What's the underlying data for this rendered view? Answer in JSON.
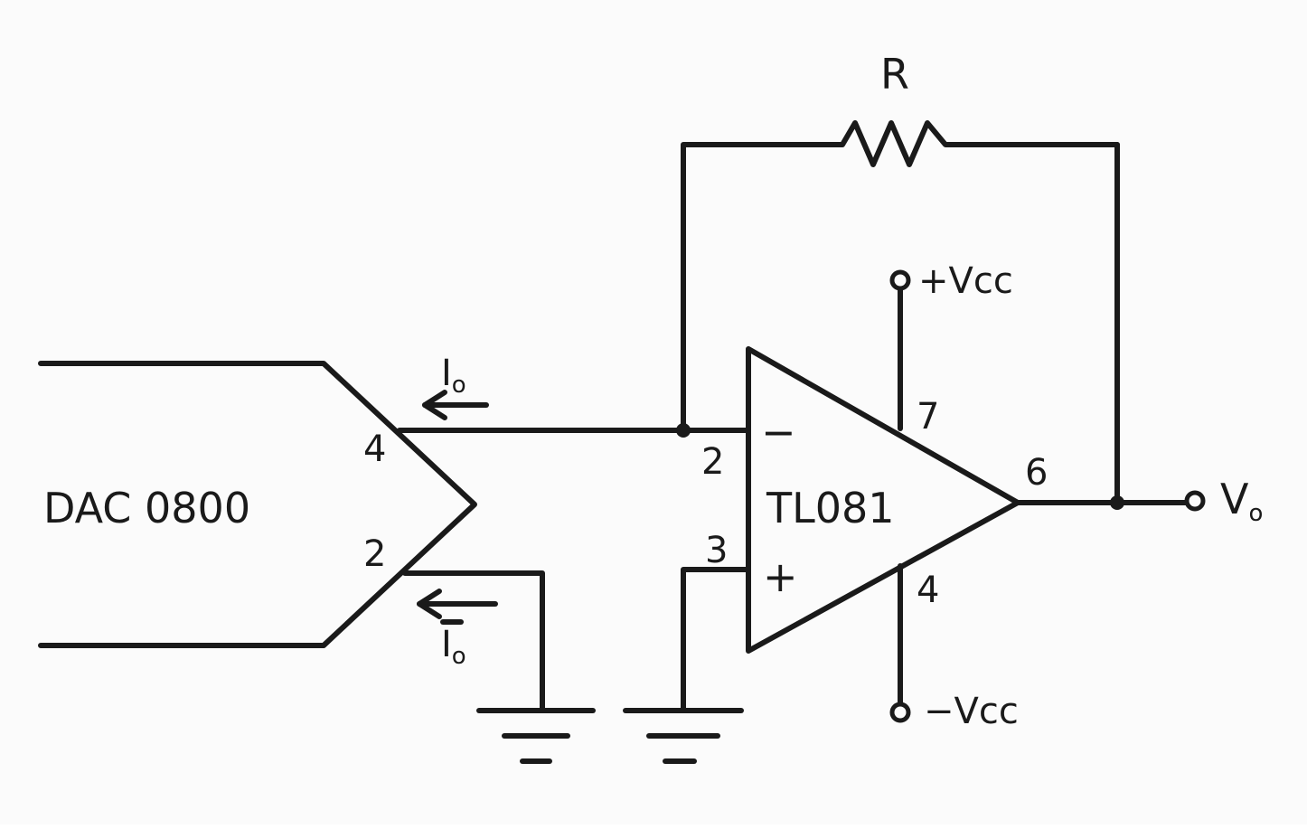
{
  "dac": {
    "name": "DAC 0800",
    "pin_out": "4",
    "pin_out_bar": "2"
  },
  "currents": {
    "io": "I",
    "io_sub": "o",
    "io_bar": "I",
    "io_bar_sub": "o"
  },
  "opamp": {
    "name": "TL081",
    "pin_inv": "2",
    "pin_noninv": "3",
    "pin_vpos": "7",
    "pin_vneg": "4",
    "pin_out": "6",
    "sign_inv": "−",
    "sign_noninv": "+"
  },
  "feedback": {
    "resistor": "R"
  },
  "supply": {
    "pos": "+Vcc",
    "neg": "−Vcc"
  },
  "output": {
    "label": "V",
    "label_sub": "o"
  }
}
